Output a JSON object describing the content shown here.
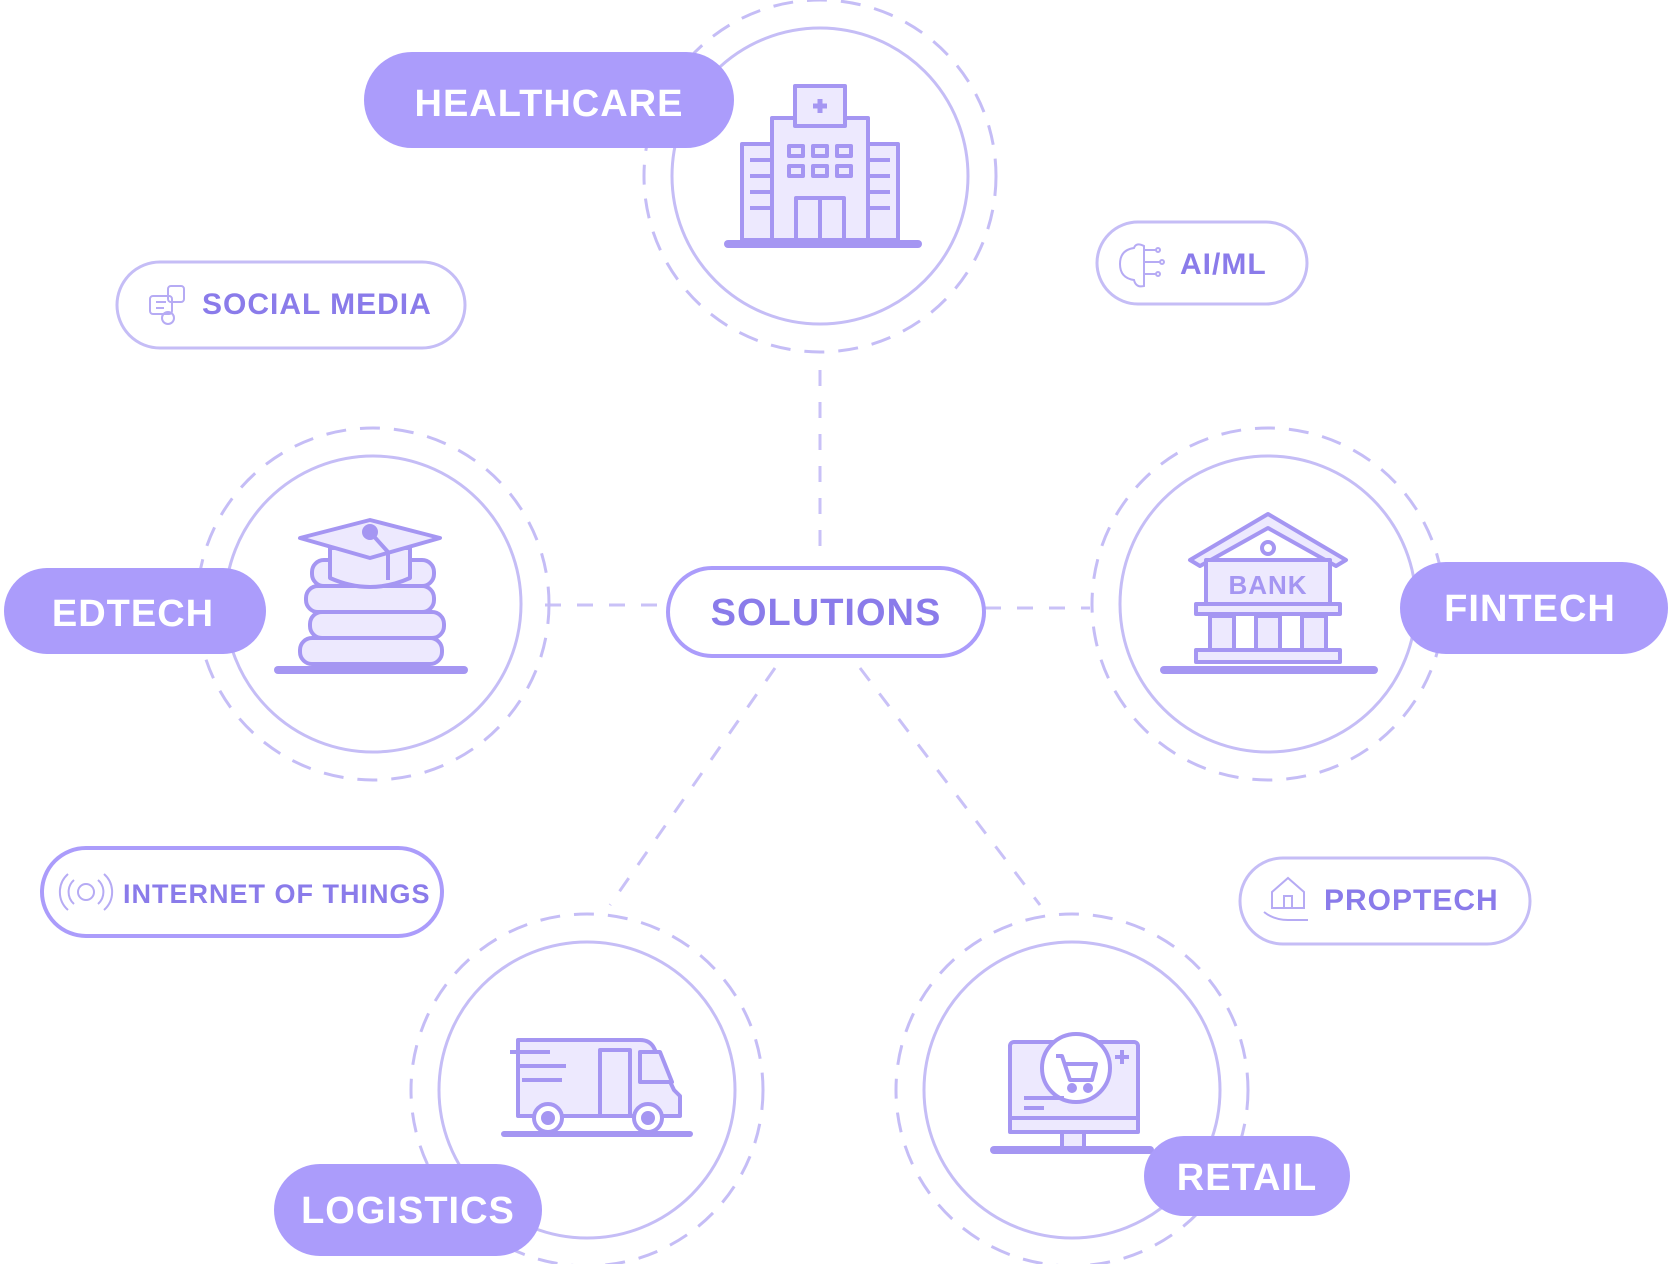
{
  "colors": {
    "accent": "#ab9cfb",
    "accent_dark": "#7e6ee6",
    "line": "#c9c1f7",
    "ring": "#c5bdf6",
    "icon_fill": "#ede9fe",
    "icon_stroke": "#a596f2",
    "white": "#ffffff"
  },
  "center": {
    "label": "SOLUTIONS"
  },
  "sectors": {
    "healthcare": {
      "label": "HEALTHCARE",
      "icon": "hospital-icon"
    },
    "edtech": {
      "label": "EDTECH",
      "icon": "books-graduation-cap-icon"
    },
    "fintech": {
      "label": "FINTECH",
      "icon": "bank-icon",
      "sign": "BANK"
    },
    "logistics": {
      "label": "LOGISTICS",
      "icon": "delivery-van-icon"
    },
    "retail": {
      "label": "RETAIL",
      "icon": "shopping-cart-monitor-icon"
    }
  },
  "tags": {
    "social_media": {
      "label": "SOCIAL MEDIA",
      "icon": "social-media-icon"
    },
    "ai_ml": {
      "label": "AI/ML",
      "icon": "brain-circuit-icon"
    },
    "iot": {
      "label": "INTERNET OF THINGS",
      "icon": "iot-signal-icon"
    },
    "proptech": {
      "label": "PROPTECH",
      "icon": "house-hand-icon"
    }
  }
}
